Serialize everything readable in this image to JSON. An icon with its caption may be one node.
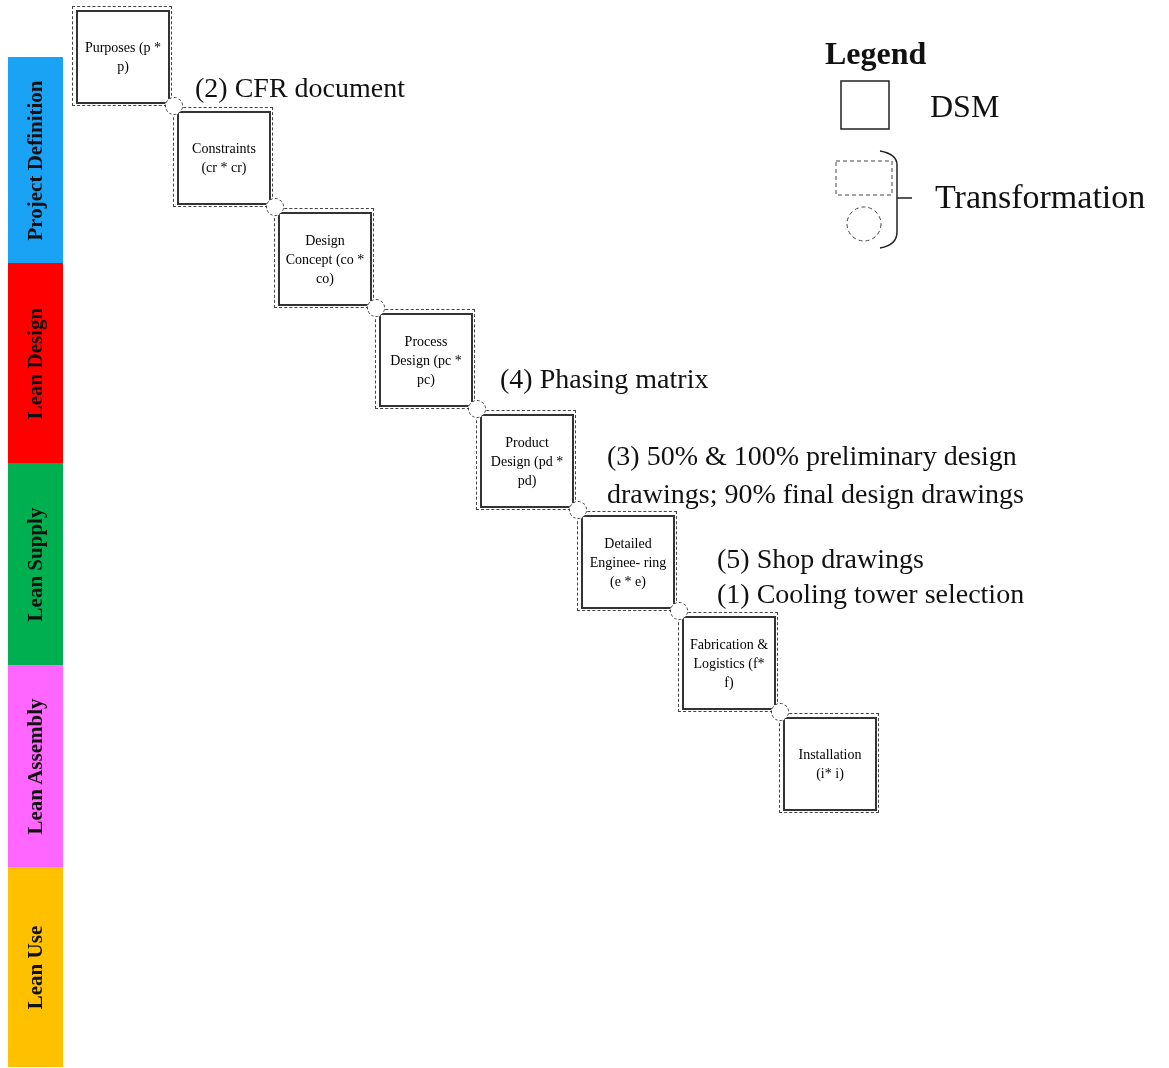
{
  "diagram": {
    "nodes": [
      {
        "text": [
          "Project Definition"
        ]
      },
      {
        "text": [
          "Lean Design"
        ]
      },
      {
        "text": [
          "Lean Supply"
        ]
      },
      {
        "text": [
          "Lean Assembly"
        ]
      },
      {
        "text": [
          "Lean Use"
        ]
      },
      {
        "text": [
          "Purposes (p * p)"
        ]
      },
      {
        "text": [
          "Constraints (cr * cr)"
        ]
      },
      {
        "text": [
          "Design Concept (co * co)"
        ]
      },
      {
        "text": [
          "Process Design (pc * pc)"
        ]
      },
      {
        "text": [
          "Product Design (pd * pd)"
        ]
      },
      {
        "text": [
          "Detailed Enginee- ring (e * e)"
        ]
      },
      {
        "text": [
          "Fabrication & Logistics (f* f)"
        ]
      },
      {
        "text": [
          "Installation (i* i)"
        ]
      },
      {
        "text": [],
        "shape": "circle"
      },
      {
        "text": [],
        "shape": "circle"
      },
      {
        "text": [],
        "shape": "circle"
      },
      {
        "text": [],
        "shape": "circle"
      },
      {
        "text": [],
        "shape": "circle"
      },
      {
        "text": [],
        "shape": "circle"
      },
      {
        "text": [],
        "shape": "circle"
      }
    ],
    "labels": [
      "Legend",
      "(2) CFR document",
      "(4) Phasing matrix",
      "(3) 50% & 100% preliminary design drawings; 90% final design drawings",
      "(5) Shop drawings",
      "(1) Cooling tower selection"
    ],
    "legend": [
      {
        "text": "DSM"
      },
      {
        "text": "Transformation"
      }
    ]
  }
}
